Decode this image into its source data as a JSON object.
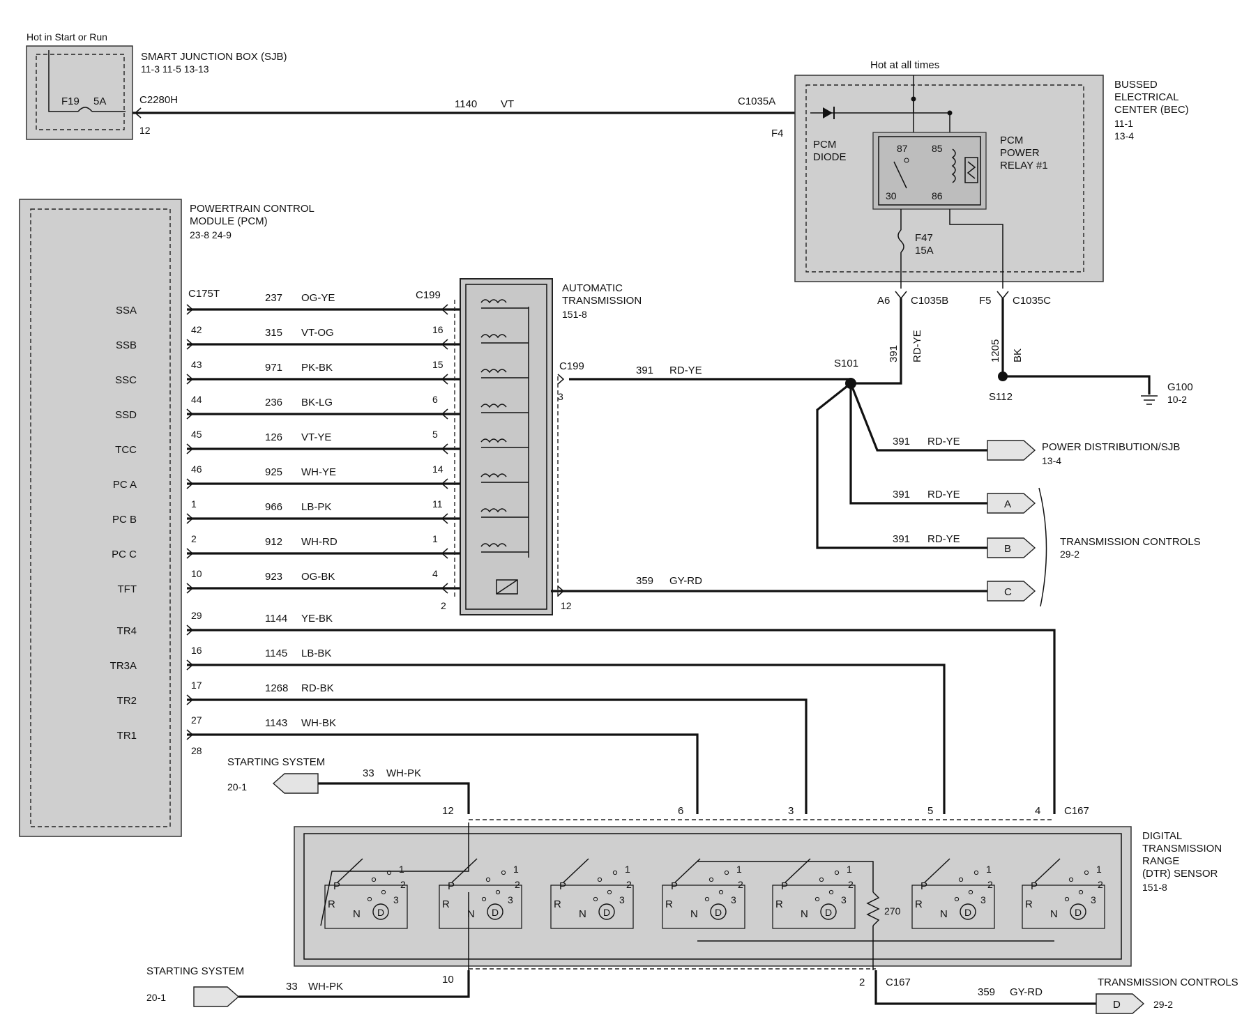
{
  "top": {
    "hot_start_run": "Hot in Start or Run",
    "sjb_title": "SMART  JUNCTION  BOX (SJB)",
    "sjb_refs": "11-3      11-5      13-13",
    "fuse_f19": "F19",
    "fuse_f19_rating": "5A",
    "c2280h": "C2280H",
    "c2280h_pin": "12",
    "w1140_num": "1140",
    "w1140_color": "VT",
    "c1035a": "C1035A",
    "f4": "F4",
    "hot_all_times": "Hot at all times"
  },
  "bec": {
    "title_1": "BUSSED",
    "title_2": "ELECTRICAL",
    "title_3": "CENTER (BEC)",
    "ref_1": "11-1",
    "ref_2": "13-4",
    "diode_1": "PCM",
    "diode_2": "DIODE",
    "relay_1": "PCM",
    "relay_2": "POWER",
    "relay_3": "RELAY #1",
    "pin87": "87",
    "pin85": "85",
    "pin30": "30",
    "pin86": "86",
    "fuse_f47": "F47",
    "fuse_f47_rating": "15A",
    "a6": "A6",
    "c1035b": "C1035B",
    "f5": "F5",
    "c1035c": "C1035C"
  },
  "pcm": {
    "title_1": "POWERTRAIN  CONTROL",
    "title_2": "MODULE (PCM)",
    "refs": "23-8      24-9",
    "connector": "C175T",
    "bottom_pin": "28",
    "pins": [
      {
        "label": "SSA",
        "pin": "",
        "wire": "237",
        "color": "OG-YE",
        "tpin": ""
      },
      {
        "label": "SSB",
        "pin": "42",
        "wire": "315",
        "color": "VT-OG",
        "tpin": "16"
      },
      {
        "label": "SSC",
        "pin": "43",
        "wire": "971",
        "color": "PK-BK",
        "tpin": "15"
      },
      {
        "label": "SSD",
        "pin": "44",
        "wire": "236",
        "color": "BK-LG",
        "tpin": "6"
      },
      {
        "label": "TCC",
        "pin": "45",
        "wire": "126",
        "color": "VT-YE",
        "tpin": "5"
      },
      {
        "label": "PC A",
        "pin": "46",
        "wire": "925",
        "color": "WH-YE",
        "tpin": "14"
      },
      {
        "label": "PC B",
        "pin": "1",
        "wire": "966",
        "color": "LB-PK",
        "tpin": "11"
      },
      {
        "label": "PC C",
        "pin": "2",
        "wire": "912",
        "color": "WH-RD",
        "tpin": "1"
      },
      {
        "label": "TFT",
        "pin": "10",
        "wire": "923",
        "color": "OG-BK",
        "tpin": "4"
      },
      {
        "label": "TR4",
        "pin": "29",
        "wire": "1144",
        "color": "YE-BK",
        "tpin": ""
      },
      {
        "label": "TR3A",
        "pin": "16",
        "wire": "1145",
        "color": "LB-BK",
        "tpin": ""
      },
      {
        "label": "TR2",
        "pin": "17",
        "wire": "1268",
        "color": "RD-BK",
        "tpin": ""
      },
      {
        "label": "TR1",
        "pin": "27",
        "wire": "1143",
        "color": "WH-BK",
        "tpin": ""
      }
    ]
  },
  "trans": {
    "title_1": "AUTOMATIC",
    "title_2": "TRANSMISSION",
    "ref": "151-8",
    "c199_left": "C199",
    "c199_right": "C199",
    "pin3": "3",
    "pin2": "2",
    "pin12": "12"
  },
  "power": {
    "w391": "391",
    "rdye": "RD-YE",
    "s101": "S101",
    "w1205": "1205",
    "bk": "BK",
    "s112": "S112",
    "g100": "G100",
    "g100_ref": "10-2",
    "power_dist": "POWER DISTRIBUTION/SJB",
    "power_dist_ref": "13-4",
    "tag_a": "A",
    "tag_b": "B",
    "tag_c": "C",
    "tag_d": "D",
    "trans_controls": "TRANSMISSION CONTROLS",
    "trans_controls_ref": "29-2",
    "w359": "359",
    "gyrd": "GY-RD"
  },
  "starting": {
    "title": "STARTING SYSTEM",
    "ref": "20-1",
    "w33": "33",
    "wh_pk": "WH-PK"
  },
  "dtr": {
    "title_1": "DIGITAL",
    "title_2": "TRANSMISSION",
    "title_3": "RANGE",
    "title_4": "(DTR) SENSOR",
    "ref": "151-8",
    "c167": "C167",
    "pin12": "12",
    "pin6": "6",
    "pin3": "3",
    "pin5": "5",
    "pin4": "4",
    "pin10": "10",
    "pin2": "2",
    "resistor": "270",
    "P": "P",
    "R": "R",
    "N": "N",
    "D": "D",
    "n1": "1",
    "n2": "2",
    "n3": "3"
  }
}
